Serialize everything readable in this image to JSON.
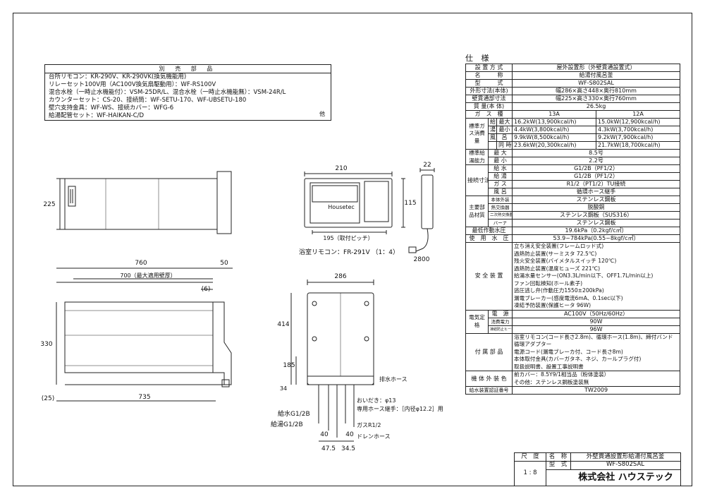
{
  "accessories": {
    "title": "別 売 部 品",
    "lines": [
      "台所リモコン：KR-290V、KR-290VK(換気機能用)",
      "リレーセット100V用（AC100V換気扇駆動用）：WF-RS100V",
      "混合水栓（一時止水機能付）：VSM-25DR/L、混合水栓（一時止水機能無）：VSM-24R/L",
      "カウンターセット：CS-20、接続筒：WF-SETU-170、WF-UBSETU-180",
      "壁穴支持金具：WF-WS、接続カバー：WFG-6",
      "給湯配管セット：WF-HAIKAN-C/D"
    ],
    "other": "他"
  },
  "spec": {
    "heading": "仕 様",
    "rows": [
      {
        "label": "設 置 方 式",
        "value": "屋外設置形（外壁貫通設置式）"
      },
      {
        "label": "名　　　称",
        "value": "給湯付風呂釜"
      },
      {
        "label": "型　　　式",
        "value": "WF-S802SAL"
      },
      {
        "label": "外形寸法(本体)",
        "value": "幅286×高さ448×奥行810mm"
      },
      {
        "label": "壁貫通部寸法",
        "value": "幅225×高さ330×奥行760mm"
      },
      {
        "label": "質 量(本 体)",
        "value": "26.5kg"
      }
    ],
    "gas_label": "ガ　ス　種",
    "gas_13a": "13A",
    "gas_12a": "12A",
    "consumption_group": "標準ガス消費量",
    "consumption": [
      {
        "sub": "給",
        "mode": "最大",
        "a": "16.2kW(13,900kcal/h)",
        "b": "15.0kW(12,900kcal/h)"
      },
      {
        "sub": "湯",
        "mode": "最小",
        "a": "4.4kW(3,800kcal/h)",
        "b": "4.3kW(3,700kcal/h)"
      },
      {
        "sub": "風",
        "mode": "呂",
        "a": "9.9kW(8,500kcal/h)",
        "b": "9.2kW(7,900kcal/h)"
      },
      {
        "sub": "",
        "mode": "同 時",
        "a": "23.6kW(20,300kcal/h)",
        "b": "21.7kW(18,700kcal/h)"
      }
    ],
    "hot_group": "標準給湯能力",
    "hot": [
      {
        "mode": "最 大",
        "value": "8.5号"
      },
      {
        "mode": "最 小",
        "value": "2.2号"
      }
    ],
    "conn_group": "接続寸法",
    "conn": [
      {
        "mode": "給 水",
        "value": "G1/2B（PF1/2）"
      },
      {
        "mode": "給 湯",
        "value": "G1/2B（PF1/2）"
      },
      {
        "mode": "ガ ス",
        "value": "R1/2（PT1/2）TU接続"
      },
      {
        "mode": "風 呂",
        "value": "循環ホース継手"
      }
    ],
    "mat_group": "主要部品材質",
    "mat": [
      {
        "mode": "本体外装",
        "value": "ステンレス鋼板"
      },
      {
        "mode": "熱交換器",
        "value": "脱酸銅"
      },
      {
        "mode": "二次熱交換器",
        "value": "ステンレス鋼板（SUS316）"
      },
      {
        "mode": "バーナ",
        "value": "ステンレス鋼板"
      }
    ],
    "min_pressure_label": "最低作動水圧",
    "min_pressure": "19.6kPa（0.2kgf/c㎡）",
    "use_pressure_label": "使　用　水　圧",
    "use_pressure": "53.9~784kPa(0.55~8kgf/c㎡）",
    "safety_label": "安 全 装 置",
    "safety": [
      "立ち消え安全装置(フレームロッド式)",
      "過熱防止装置(サーミスタ 72.5℃)",
      "残火安全装置(バイメタルスイッチ 120℃)",
      "過熱防止装置(温度ヒューズ 221℃)",
      "給湯水量センサー(ON3.3L/min以下、OFF1.7L/min以上)",
      "ファン回転検知(ホール素子)",
      "逃圧逃し弁(作動圧力1550±200kPa)",
      "漏電ブレーカー(感度電流6mA、0.1sec以下)",
      "凍結予防装置(保護ヒータ 96W)"
    ],
    "elec_group": "電気定格",
    "elec": [
      {
        "mode": "電　源",
        "value": "AC100V（50Hz/60Hz）"
      },
      {
        "mode": "消費電力",
        "value": "90W"
      },
      {
        "mode": "凍結防止ヒータ",
        "value": "96W"
      }
    ],
    "attach_label": "付 属 部 品",
    "attach": [
      "浴室リモコン(コード長さ2.8m)、循環ホース(1.8m)、締付バンド",
      "循環アダプター",
      "電源コード(漏電ブレーカ付、コード長さ8m)",
      "本体取付金具(カバーガタネ、ネジ、カールプラグ付)",
      "取扱説明書、設置工事説明書"
    ],
    "color_label": "機 体 外 装 色",
    "color": [
      "前カバー：8.5Y9/1相当品（粉体塗装）",
      "その他：ステンレス鋼板塗装無"
    ],
    "cert_label": "給水装置認証番号",
    "cert": "TW2009"
  },
  "title_block": {
    "scale_label": "尺　度",
    "scale": "1 : 8",
    "name_label": "名　称",
    "name": "外壁貫通設置形給湯付風呂釜",
    "model_label": "型　式",
    "model": "WF-S802SAL",
    "company": "株式会社 ハウステック"
  },
  "drawing_labels": {
    "front_width": "210",
    "side_depth": "22",
    "remote_height": "115",
    "mount_pitch": "195（取付ピッチ）",
    "remote_name": "浴室リモコン：FR-291V （1：4）",
    "cord_length": "2800",
    "top_height": "225",
    "len_760": "760",
    "len_50": "50",
    "len_700": "700（最大適用壁厚）",
    "len_6": "(6)",
    "len_330": "330",
    "len_735": "735",
    "len_25": "(25)",
    "w_286": "286",
    "h_414": "414",
    "h_185": "185",
    "h_34": "34",
    "drain_hose": "排水ホース",
    "plug": "おいだき：φ13",
    "hose_joint": "専用ホース継手：［内径φ12.2］用",
    "water_in": "給水G1/2B",
    "hot_out": "給湯G1/2B",
    "gas": "ガスR1/2",
    "drain": "ドレンホース",
    "p40a": "40",
    "p40b": "40",
    "p475": "47.5",
    "p345": "34.5",
    "brand": "Housetec"
  }
}
